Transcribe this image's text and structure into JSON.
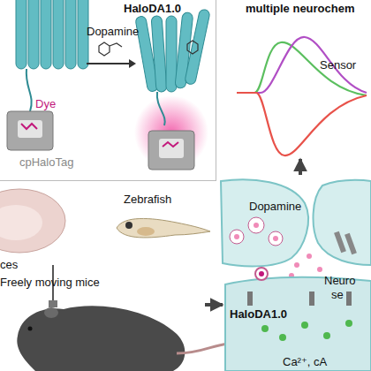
{
  "diagram": {
    "nodes": [
      {
        "text": [
          "HaloDA1.0"
        ]
      },
      {
        "text": [
          "multiple neurochem",
          "Sensor"
        ]
      },
      {
        "text": [
          "ces",
          "Zebrafish",
          "Freely moving mice"
        ]
      },
      {
        "text": [
          "Dopamine",
          "HaloDA1.0",
          "Neuro",
          "se",
          "Ca²⁺, cA"
        ]
      }
    ],
    "edges": [
      {
        "from": 2,
        "to": 3,
        "arrow": "to"
      },
      {
        "from": 3,
        "to": 1,
        "arrow": "to"
      }
    ],
    "labels": [
      "Dopamine",
      "Dye",
      "cpHaloTag"
    ]
  }
}
